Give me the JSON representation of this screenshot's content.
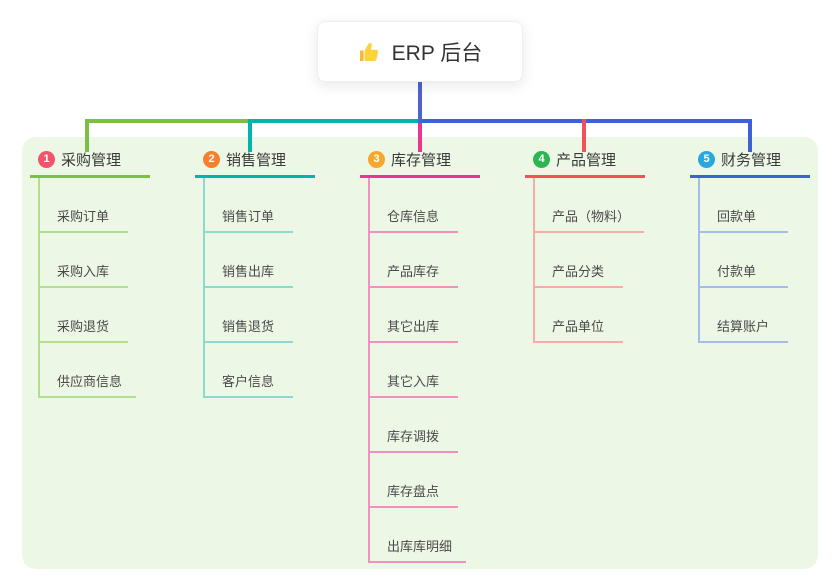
{
  "root": {
    "icon": "thumbs-up-icon",
    "label": "ERP 后台"
  },
  "branches": [
    {
      "index": "1",
      "title": "采购管理",
      "badge_color": "#f2546b",
      "line_color": "#7cbf42",
      "child_line_color": "#b4dc92",
      "children": [
        "采购订单",
        "采购入库",
        "采购退货",
        "供应商信息"
      ]
    },
    {
      "index": "2",
      "title": "销售管理",
      "badge_color": "#f6802b",
      "line_color": "#00b5ab",
      "child_line_color": "#8ed8cf",
      "children": [
        "销售订单",
        "销售出库",
        "销售退货",
        "客户信息"
      ]
    },
    {
      "index": "3",
      "title": "库存管理",
      "badge_color": "#f6a72c",
      "line_color": "#e8378d",
      "child_line_color": "#f290c0",
      "children": [
        "仓库信息",
        "产品库存",
        "其它出库",
        "其它入库",
        "库存调拨",
        "库存盘点",
        "出库库明细"
      ]
    },
    {
      "index": "4",
      "title": "产品管理",
      "badge_color": "#2eb553",
      "line_color": "#f25156",
      "child_line_color": "#f8aca8",
      "children": [
        "产品（物料）",
        "产品分类",
        "产品单位"
      ]
    },
    {
      "index": "5",
      "title": "财务管理",
      "badge_color": "#29a8df",
      "line_color": "#3e62d2",
      "child_line_color": "#a6bce8",
      "children": [
        "回款单",
        "付款单",
        "结算账户"
      ]
    }
  ],
  "colors": {
    "canvas_bg": "#ffffff",
    "container_bg": "#edf7e6",
    "root_connector": "#4d63d2"
  }
}
